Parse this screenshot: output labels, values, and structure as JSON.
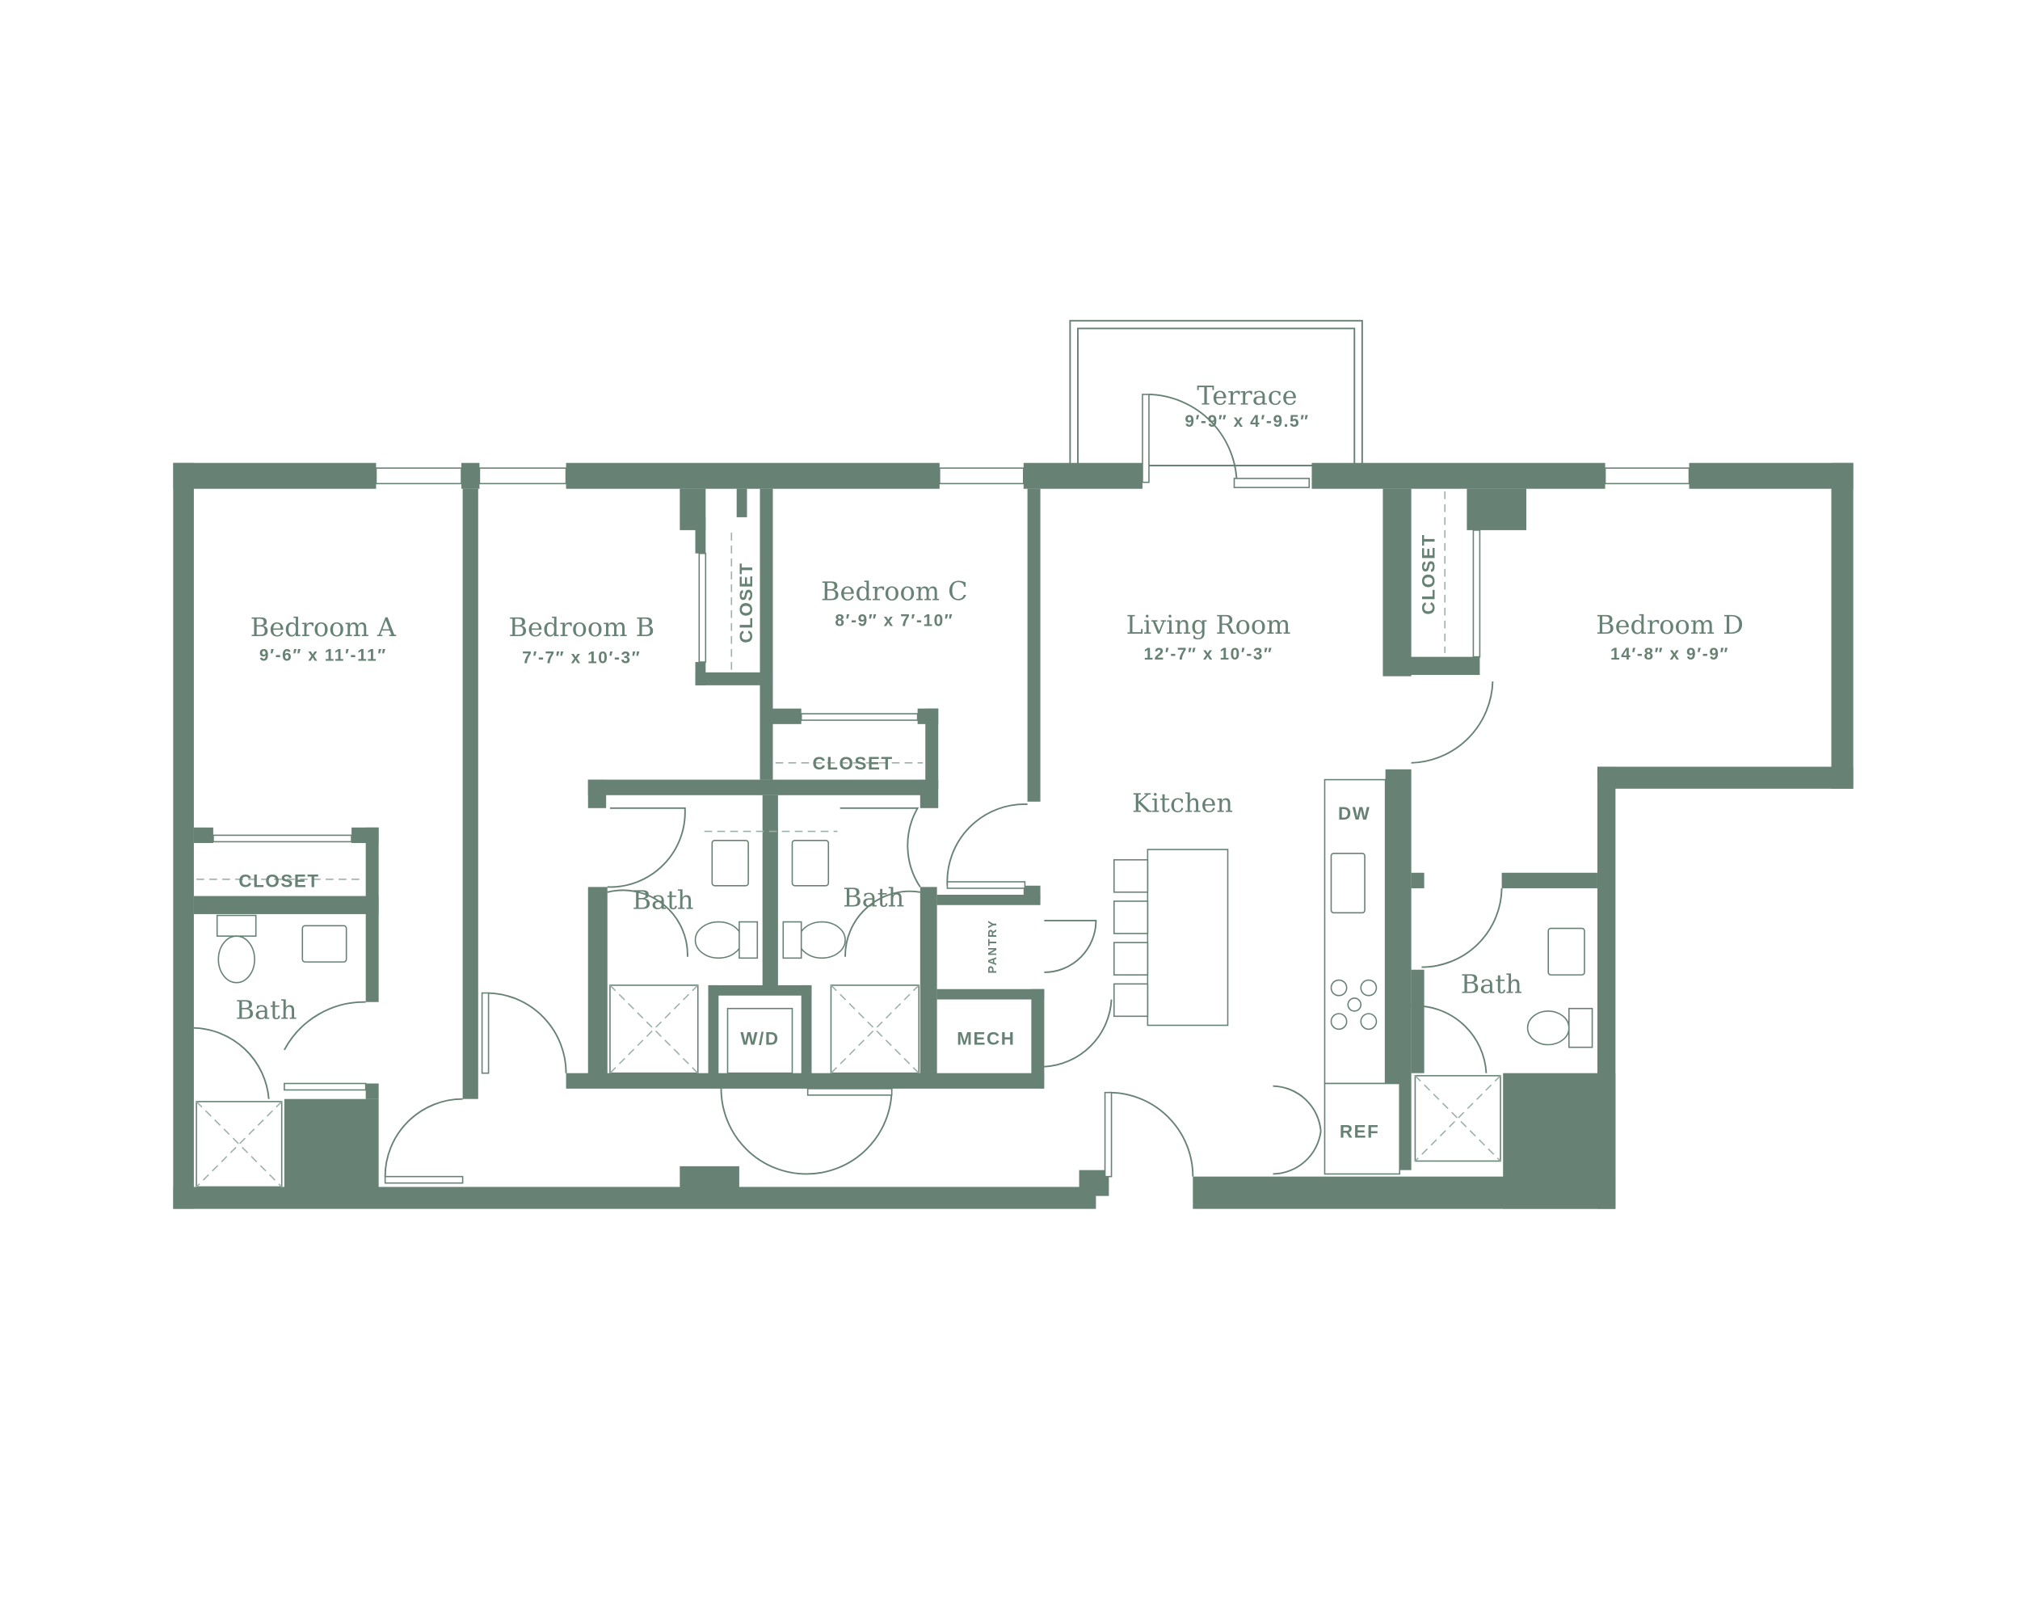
{
  "plan": {
    "colors": {
      "wall": "#678275",
      "background": "#ffffff"
    },
    "rooms": {
      "bedroom_a": {
        "name": "Bedroom A",
        "dims": "9′-6″ x 11′-11″"
      },
      "bedroom_b": {
        "name": "Bedroom B",
        "dims": "7′-7″ x 10′-3″"
      },
      "bedroom_c": {
        "name": "Bedroom C",
        "dims": "8′-9″ x 7′-10″"
      },
      "living": {
        "name": "Living Room",
        "dims": "12′-7″ x 10′-3″"
      },
      "bedroom_d": {
        "name": "Bedroom D",
        "dims": "14′-8″ x 9′-9″"
      },
      "terrace": {
        "name": "Terrace",
        "dims": "9′-9″ x 4′-9.5″"
      },
      "kitchen": {
        "name": "Kitchen"
      },
      "bath_a": {
        "name": "Bath"
      },
      "bath_b": {
        "name": "Bath"
      },
      "bath_c": {
        "name": "Bath"
      },
      "bath_d": {
        "name": "Bath"
      }
    },
    "tags": {
      "closet": "CLOSET",
      "wd": "W/D",
      "mech": "MECH",
      "pantry": "PANTRY",
      "dw": "DW",
      "ref": "REF"
    }
  }
}
